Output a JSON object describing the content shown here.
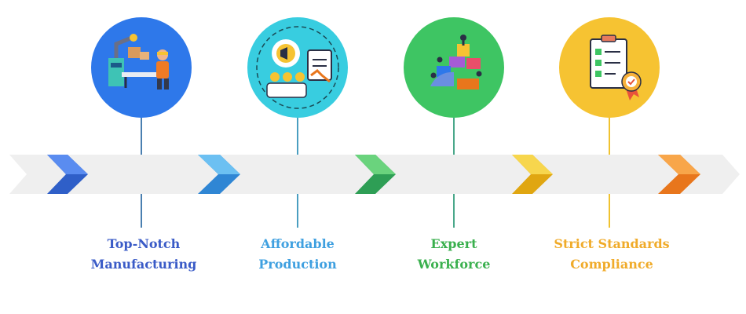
{
  "steps": [
    {
      "line1": "Top-Notch",
      "line2": "Manufacturing",
      "color": "#3a5bc7",
      "chevron": "#2f5fc8",
      "chevron_light": "#5a8cf0",
      "circle": "#2e78ea",
      "icon": "factory-worker-icon"
    },
    {
      "line1": "Affordable",
      "line2": "Production",
      "color": "#3fa0e0",
      "chevron": "#2f86d4",
      "chevron_light": "#6cc0f2",
      "circle": "#38cde0",
      "icon": "cost-reduction-icon"
    },
    {
      "line1": "Expert",
      "line2": "Workforce",
      "color": "#3ab04e",
      "chevron": "#2e9e55",
      "chevron_light": "#6ad37d",
      "circle": "#3ec563",
      "icon": "team-puzzle-icon"
    },
    {
      "line1": "Strict Standards",
      "line2": "Compliance",
      "color": "#f0ab2a",
      "chevron": "#e0a611",
      "chevron_light": "#f7d64d",
      "circle": "#f6c332",
      "icon": "checklist-badge-icon"
    }
  ],
  "end_chevron": {
    "color": "#e8761c",
    "color_light": "#f8a64a"
  },
  "track_color": "#efefef"
}
